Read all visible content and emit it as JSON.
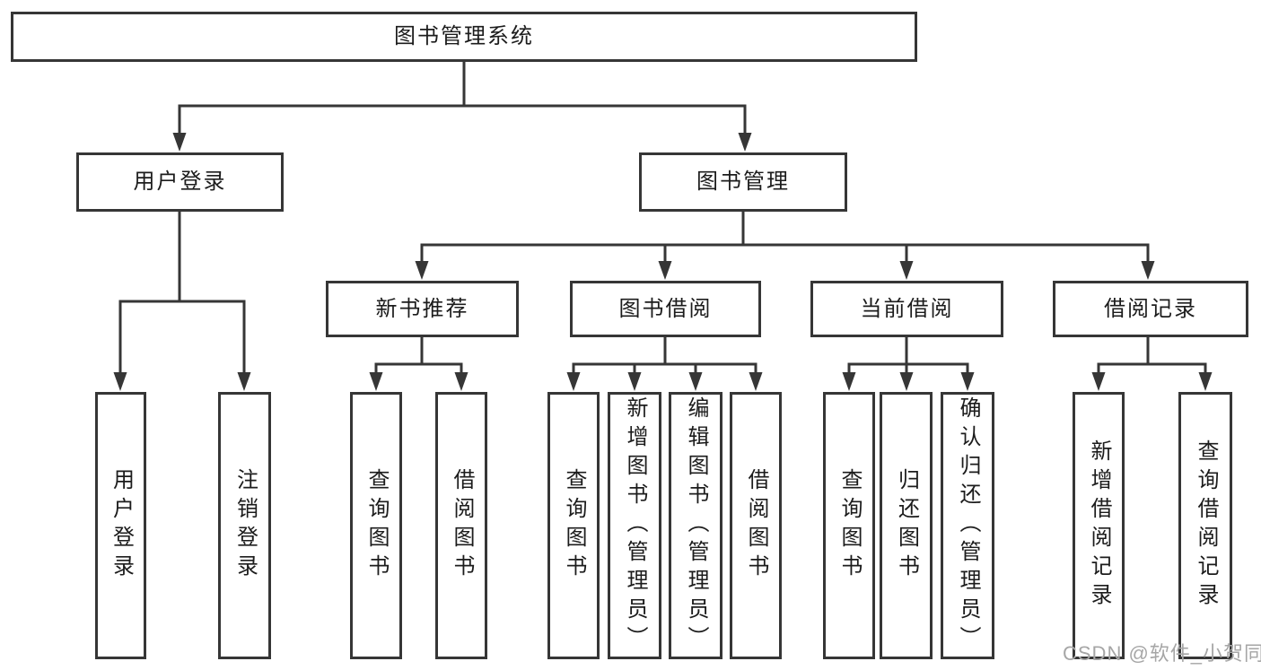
{
  "tree": {
    "root": {
      "label": "图书管理系统"
    },
    "branches": [
      {
        "label": "用户登录",
        "children": [
          {
            "label": "用户登录"
          },
          {
            "label": "注销登录"
          }
        ]
      },
      {
        "label": "图书管理",
        "children": [
          {
            "label": "新书推荐",
            "children": [
              {
                "label": "查询图书"
              },
              {
                "label": "借阅图书"
              }
            ]
          },
          {
            "label": "图书借阅",
            "children": [
              {
                "label": "查询图书"
              },
              {
                "label": "新增图书（管理员）"
              },
              {
                "label": "编辑图书（管理员）"
              },
              {
                "label": "借阅图书"
              }
            ]
          },
          {
            "label": "当前借阅",
            "children": [
              {
                "label": "查询图书"
              },
              {
                "label": "归还图书"
              },
              {
                "label": "确认归还（管理员）"
              }
            ]
          },
          {
            "label": "借阅记录",
            "children": [
              {
                "label": "新增借阅记录"
              },
              {
                "label": "查询借阅记录"
              }
            ]
          }
        ]
      }
    ]
  },
  "watermark": {
    "text": "CSDN @软件_小贺同学"
  },
  "colors": {
    "line": "#363636",
    "text": "#1c1c1c",
    "watermark": "#a6a6a6",
    "background": "#ffffff"
  }
}
